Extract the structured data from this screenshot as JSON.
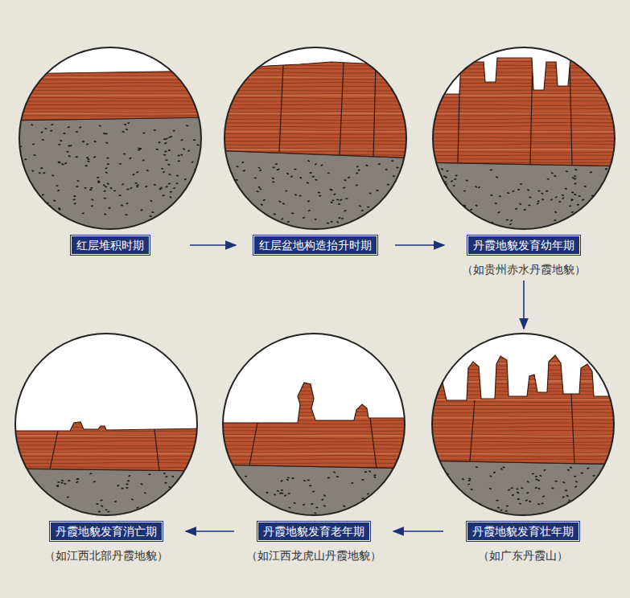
{
  "diagram": {
    "nodes": [
      {
        "text": [
          "红层堆积时期"
        ]
      },
      {
        "text": [
          "红层盆地构造抬升时期"
        ]
      },
      {
        "text": [
          "丹霞地貌发育幼年期",
          "（如贵州赤水丹霞地貌）"
        ]
      },
      {
        "text": [
          "丹霞地貌发育消亡期",
          "（如江西北部丹霞地貌）"
        ]
      },
      {
        "text": [
          "丹霞地貌发育老年期",
          "（如江西龙虎山丹霞地貌）"
        ]
      },
      {
        "text": [
          "丹霞地貌发育壮年期",
          "（如广东丹霞山）"
        ]
      }
    ],
    "edges": [
      {
        "from": 0,
        "to": 1,
        "arrow": "to"
      },
      {
        "from": 1,
        "to": 2,
        "arrow": "to"
      },
      {
        "from": 2,
        "to": 5,
        "arrow": "to"
      },
      {
        "from": 5,
        "to": 4,
        "arrow": "to"
      },
      {
        "from": 4,
        "to": 3,
        "arrow": "to"
      }
    ]
  }
}
